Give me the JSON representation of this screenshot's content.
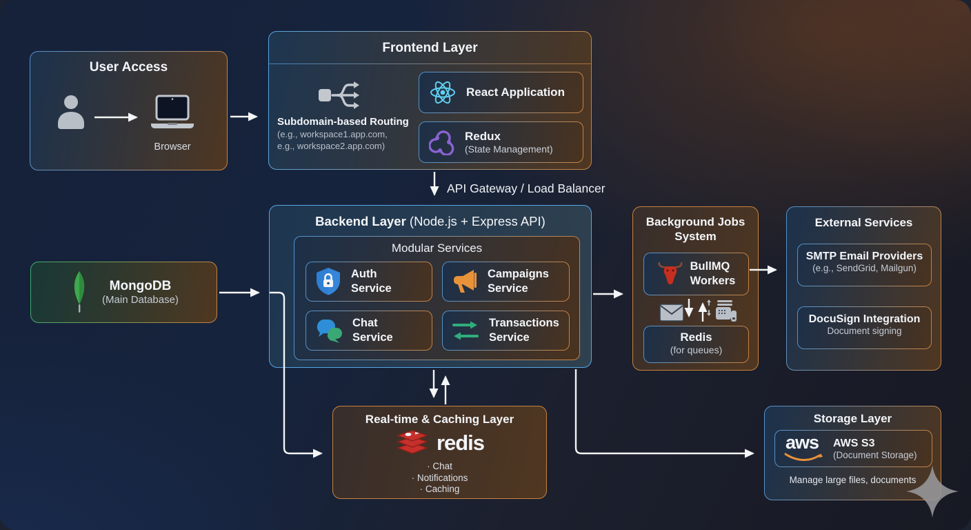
{
  "ua": {
    "title": "User Access",
    "browser": "Browser"
  },
  "fe": {
    "title": "Frontend Layer",
    "routing_title": "Subdomain-based Routing",
    "routing_line1": "(e.g., workspace1.app.com,",
    "routing_line2": "e.g., workspace2.app.com)",
    "react_label": "React Application",
    "redux_label": "Redux",
    "redux_sub": "(State Management)"
  },
  "gw": {
    "label": "API Gateway / Load Balancer"
  },
  "be": {
    "title_bold": "Backend Layer",
    "title_rest": " (Node.js + Express API)",
    "modular_title": "Modular Services",
    "services": [
      {
        "line1": "Auth",
        "line2": "Service",
        "icon": "shield-lock-icon"
      },
      {
        "line1": "Campaigns",
        "line2": "Service",
        "icon": "megaphone-icon"
      },
      {
        "line1": "Chat",
        "line2": "Service",
        "icon": "chat-bubbles-icon"
      },
      {
        "line1": "Transactions",
        "line2": "Service",
        "icon": "transfer-arrows-icon"
      }
    ]
  },
  "mongo": {
    "title": "MongoDB",
    "subtitle": "(Main Database)"
  },
  "bj": {
    "title1": "Background Jobs",
    "title2": "System",
    "bullmq1": "BullMQ",
    "bullmq2": "Workers",
    "redis_title": "Redis",
    "redis_sub": "(for queues)"
  },
  "ext": {
    "title": "External Services",
    "smtp_title": "SMTP Email Providers",
    "smtp_sub": "(e.g., SendGrid, Mailgun)",
    "docusign_title": "DocuSign Integration",
    "docusign_sub": "Document signing"
  },
  "rt": {
    "title": "Real-time & Caching Layer",
    "logo_text": "redis",
    "items": [
      "· Chat",
      "· Notifications",
      "· Caching"
    ]
  },
  "st": {
    "title": "Storage Layer",
    "logo_text": "aws",
    "s3_title": "AWS S3",
    "s3_sub": "(Document Storage)",
    "caption": "Manage large files, documents"
  },
  "colors": {
    "border_blue": "#4f93d2",
    "border_orange": "#c9823f",
    "mongo_green": "#3fa84f",
    "react_blue": "#5fd0f0",
    "redux_purple": "#8a63d2",
    "redis_red": "#c6302b",
    "aws_orange": "#e8913a",
    "arrow_white": "#f4f5f6"
  }
}
